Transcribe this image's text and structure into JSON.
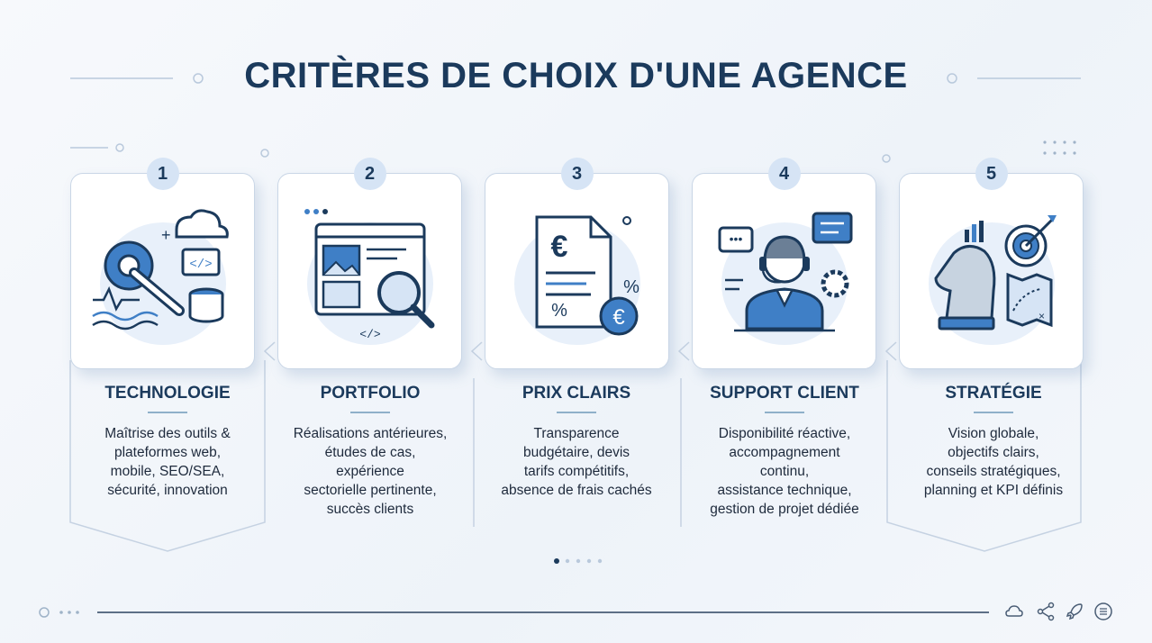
{
  "title": "CRITÈRES DE CHOIX D'UNE AGENCE",
  "criteria": [
    {
      "number": "1",
      "title": "TECHNOLOGIE",
      "lines": [
        "Maîtrise des outils &",
        "plateformes web,",
        "mobile, SEO/SEA,",
        "sécurité, innovation"
      ]
    },
    {
      "number": "2",
      "title": "PORTFOLIO",
      "lines": [
        "Réalisations antérieures,",
        "études de cas,",
        "expérience",
        "sectorielle pertinente,",
        "succès clients"
      ]
    },
    {
      "number": "3",
      "title": "PRIX CLAIRS",
      "lines": [
        "Transparence",
        "budgétaire, devis",
        "tarifs compétitifs,",
        "absence de frais cachés"
      ]
    },
    {
      "number": "4",
      "title": "SUPPORT CLIENT",
      "lines": [
        "Disponibilité réactive,",
        "accompagnement",
        "continu,",
        "assistance technique,",
        "gestion de projet dédiée"
      ]
    },
    {
      "number": "5",
      "title": "STRATÉGIE",
      "lines": [
        "Vision globale,",
        "objectifs clairs,",
        "conseils stratégiques,",
        "planning et KPI définis"
      ]
    }
  ],
  "icons": {
    "card1": "gear-wrench-code-database-icon",
    "card2": "browser-magnifier-icon",
    "card3": "invoice-euro-icon",
    "card4": "support-agent-headset-icon",
    "card5": "chess-knight-target-icon",
    "footer": [
      "cloud-icon",
      "share-icon",
      "rocket-icon",
      "menu-circle-icon"
    ]
  },
  "pagination": {
    "active": 1,
    "total": 5
  },
  "colors": {
    "primary": "#1b3a5c",
    "accent": "#3f7fc6",
    "badge": "#d6e4f5"
  }
}
